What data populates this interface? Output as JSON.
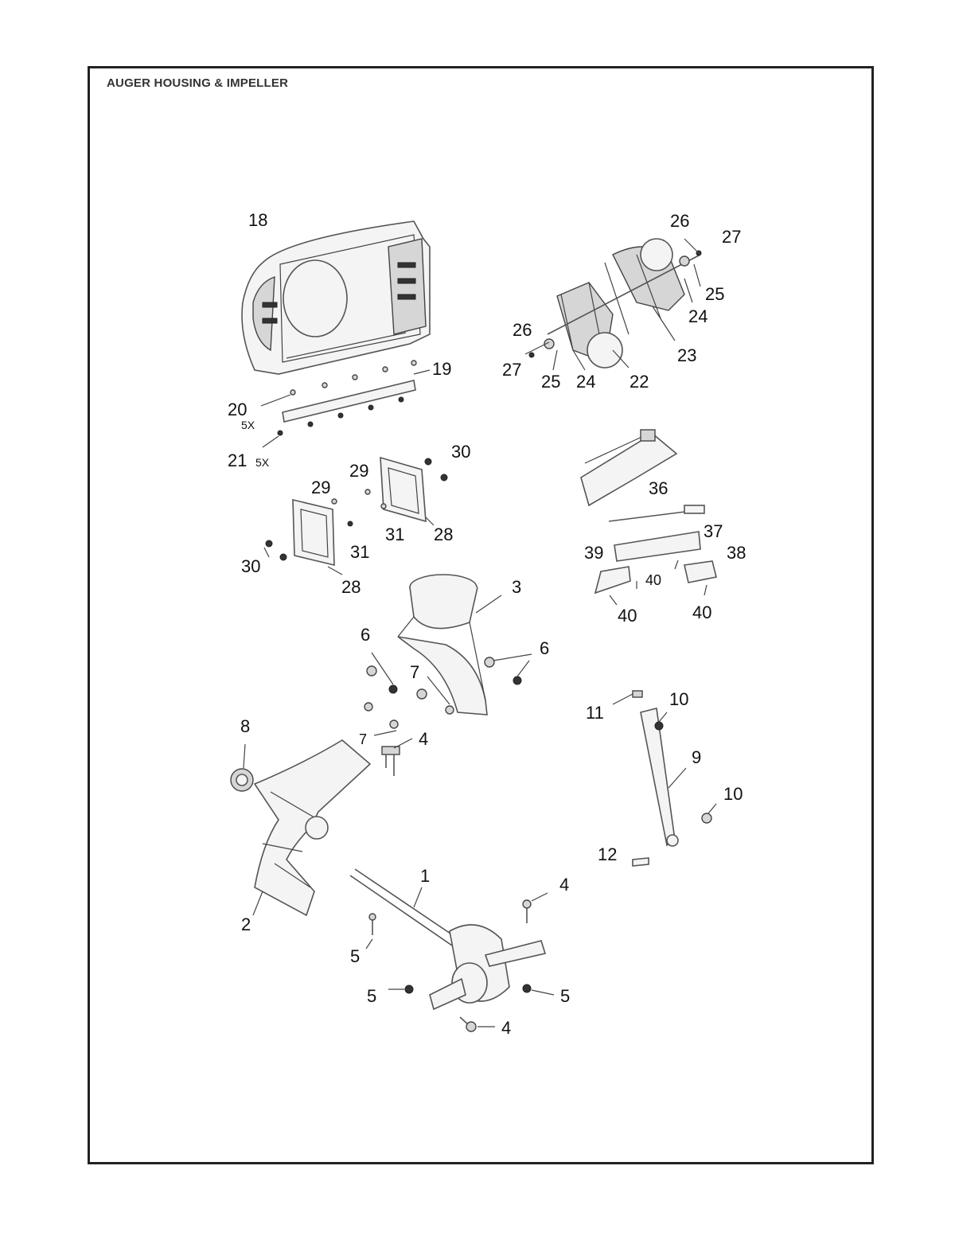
{
  "title": "AUGER HOUSING & IMPELLER",
  "labels": [
    "18",
    "26",
    "27",
    "25",
    "24",
    "26",
    "23",
    "27",
    "25",
    "24",
    "22",
    "19",
    "20",
    "21",
    "30",
    "29",
    "29",
    "31",
    "28",
    "31",
    "30",
    "28",
    "36",
    "37",
    "39",
    "38",
    "40",
    "40",
    "40",
    "3",
    "6",
    "6",
    "7",
    "7",
    "4",
    "8",
    "11",
    "10",
    "9",
    "10",
    "12",
    "1",
    "4",
    "2",
    "5",
    "5",
    "5",
    "4"
  ],
  "qty": [
    "5X",
    "5X"
  ]
}
